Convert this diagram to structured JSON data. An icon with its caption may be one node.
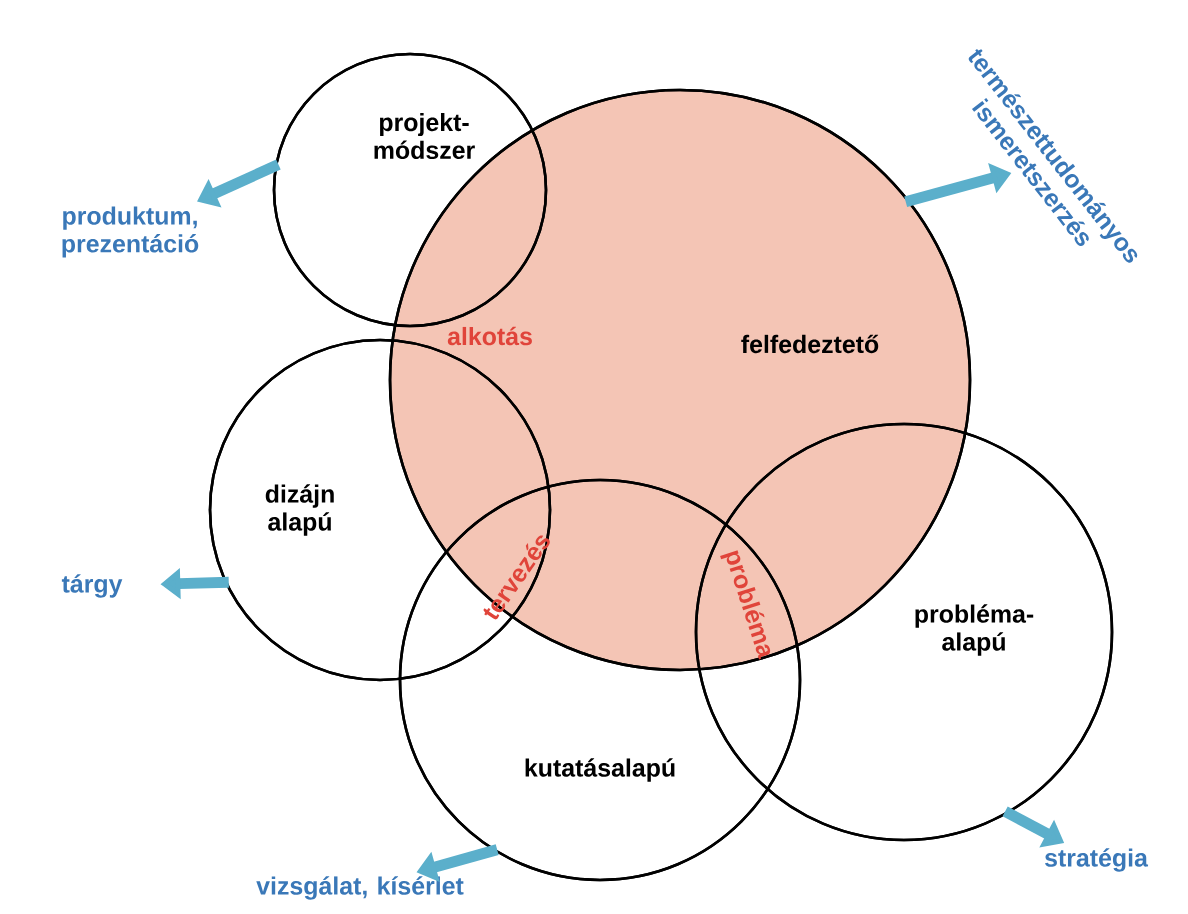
{
  "diagram": {
    "nodes": [
      {
        "text": [
          "projekt-módszer"
        ]
      },
      {
        "text": [
          "felfedeztető"
        ]
      },
      {
        "text": [
          "dizájn alapú"
        ]
      },
      {
        "text": [
          "kutatásalapú"
        ]
      },
      {
        "text": [
          "probléma-alapú"
        ]
      },
      {
        "text": [
          "produktum, prezentáció"
        ]
      },
      {
        "text": [
          "természettudományos ismeretszerzés"
        ]
      },
      {
        "text": [
          "tárgy"
        ]
      },
      {
        "text": [
          "vizsgálat, kísérlet"
        ]
      },
      {
        "text": [
          "stratégia"
        ]
      }
    ],
    "edges": [
      {
        "from": 0,
        "to": 5,
        "arrow": "to"
      },
      {
        "from": 1,
        "to": 6,
        "arrow": "to"
      },
      {
        "from": 2,
        "to": 7,
        "arrow": "to"
      },
      {
        "from": 3,
        "to": 8,
        "arrow": "to"
      },
      {
        "from": 4,
        "to": 9,
        "arrow": "to"
      }
    ],
    "labels": [
      "alkotás",
      "tervezés",
      "probléma"
    ]
  }
}
